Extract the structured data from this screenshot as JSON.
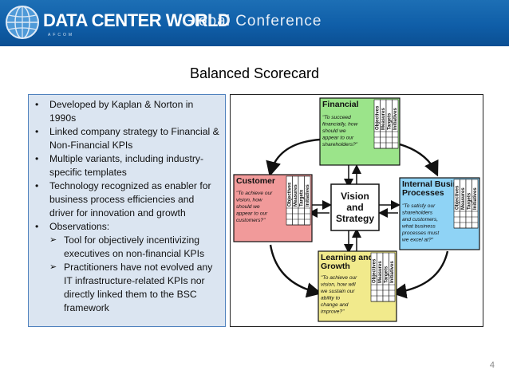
{
  "header": {
    "brand": "DATA CENTER WORLD",
    "brand_sub": "Global Conference",
    "org": "AFCOM"
  },
  "slide": {
    "title": "Balanced Scorecard",
    "page_number": "4"
  },
  "bullets": {
    "b1": "Developed by Kaplan  & Norton in 1990s",
    "b2": "Linked company strategy to Financial & Non-Financial KPIs",
    "b3": "Multiple variants, including industry-specific templates",
    "b4": "Technology recognized as enabler for business process efficiencies and driver for innovation and growth",
    "b5": "Observations:",
    "s1": "Tool for objectively incentivizing executives on non-financial KPIs",
    "s2": "Practitioners have not evolved any IT infrastructure-related KPIs nor directly linked them to the BSC framework"
  },
  "diagram": {
    "center": [
      "Vision",
      "and",
      "Strategy"
    ],
    "columns": [
      "Objectives",
      "Measures",
      "Targets",
      "Initiatives"
    ],
    "financial": {
      "title": "Financial",
      "quote": [
        "\"To succeed",
        "financially, how",
        "should we",
        "appear to our",
        "shareholders?\""
      ],
      "color": "#9be48a"
    },
    "customer": {
      "title": "Customer",
      "quote": [
        "\"To achieve our",
        "vision, how",
        "should we",
        "appear to our",
        "customers?\""
      ],
      "color": "#f19a9a"
    },
    "internal": {
      "title": [
        "Internal Business",
        "Processes"
      ],
      "quote": [
        "\"To satisfy our",
        "shareholders",
        "and customers,",
        "what business",
        "processes must",
        "we excel at?\""
      ],
      "color": "#8fd3f5"
    },
    "learning": {
      "title": [
        "Learning and",
        "Growth"
      ],
      "quote": [
        "\"To achieve our",
        "vision, how will",
        "we sustain our",
        "ability to",
        "change and",
        "improve?\""
      ],
      "color": "#f1ea8c"
    }
  }
}
